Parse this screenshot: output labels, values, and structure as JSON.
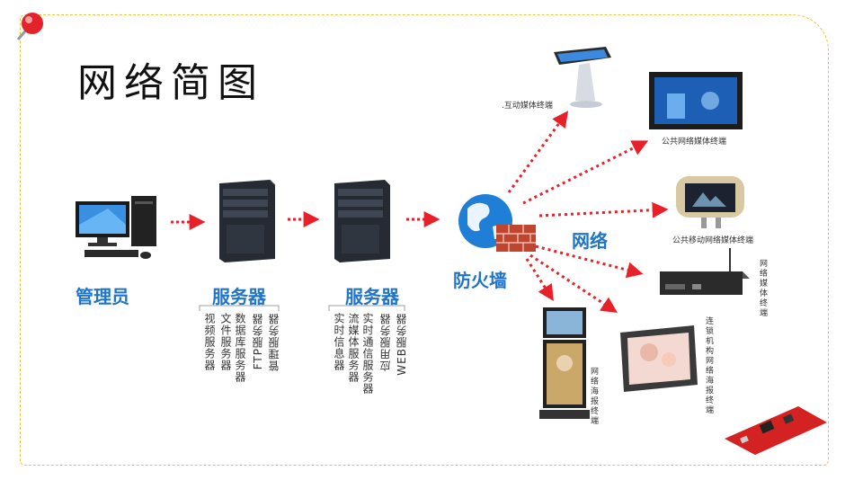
{
  "title": "网络简图",
  "nodes": {
    "admin": "管理员",
    "server1": "服务器",
    "server2": "服务器",
    "firewall": "防火墙",
    "network": "网络"
  },
  "server1_services": [
    "管理服务器",
    "FTP服务器",
    "数据库服务器",
    "文件服务器",
    "视频服务器"
  ],
  "server2_services": [
    "WEB服务器",
    "应用服务器",
    "实时通信服务器",
    "流媒体服务器",
    "实时信息器"
  ],
  "terminals": {
    "interactive": ".互动媒体终端",
    "public": "公共网络媒体终端",
    "mobile": "公共移动网络媒体终端",
    "box": "网络媒体终端",
    "poster": "网络海报终端",
    "chain": "连锁机构网络海报终端"
  },
  "colors": {
    "accent": "#1f74c9",
    "arrow": "#e8202a",
    "border": "#f0c23a"
  }
}
